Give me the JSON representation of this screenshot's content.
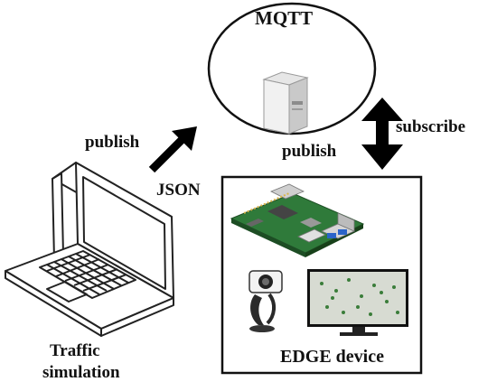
{
  "broker": {
    "title": "MQTT"
  },
  "arrows": {
    "publish_left": "publish",
    "json": "JSON",
    "publish_right": "publish",
    "subscribe": "subscribe"
  },
  "laptop": {
    "line1": "Traffic",
    "line2": "simulation"
  },
  "edge": {
    "label": "EDGE device"
  }
}
